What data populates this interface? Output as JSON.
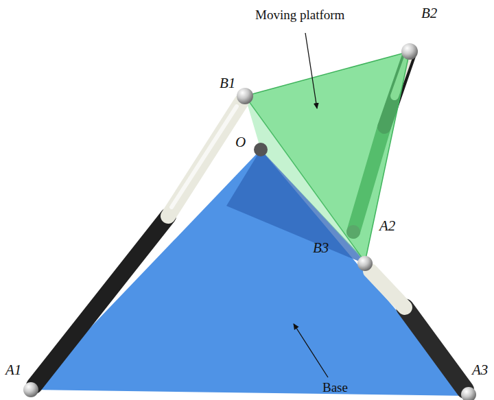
{
  "diagram": {
    "labels": [
      "Moving platform",
      "B2",
      "B1",
      "O",
      "A2",
      "B3",
      "A1",
      "A3",
      "Base"
    ]
  }
}
